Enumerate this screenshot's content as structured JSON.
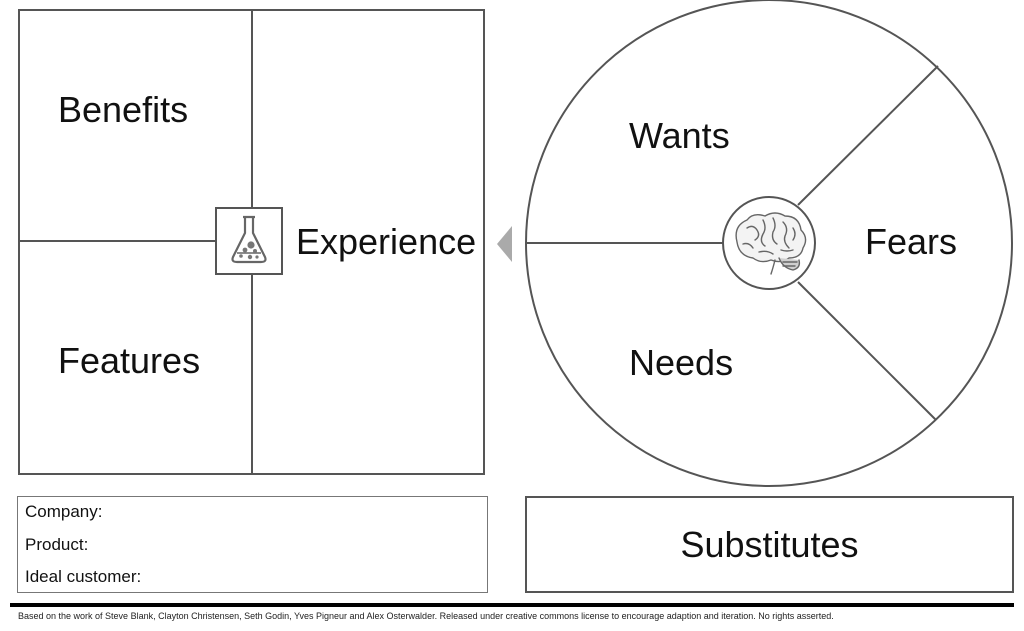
{
  "value_proposition": {
    "benefits_label": "Benefits",
    "features_label": "Features",
    "experience_label": "Experience",
    "center_icon": "flask-icon"
  },
  "customer": {
    "wants_label": "Wants",
    "fears_label": "Fears",
    "needs_label": "Needs",
    "center_icon": "brain-icon"
  },
  "info": {
    "company_label": "Company:",
    "product_label": "Product:",
    "ideal_customer_label": "Ideal customer:"
  },
  "substitutes_label": "Substitutes",
  "footer": {
    "credit_text": "Based on the work of Steve Blank, Clayton Christensen, Seth Godin, Yves Pigneur and Alex Osterwalder. Released under creative commons license to encourage adaption and iteration. No rights asserted."
  },
  "colors": {
    "line": "#555555",
    "arrow": "#aaaaaa",
    "footer_bar": "#000000"
  }
}
